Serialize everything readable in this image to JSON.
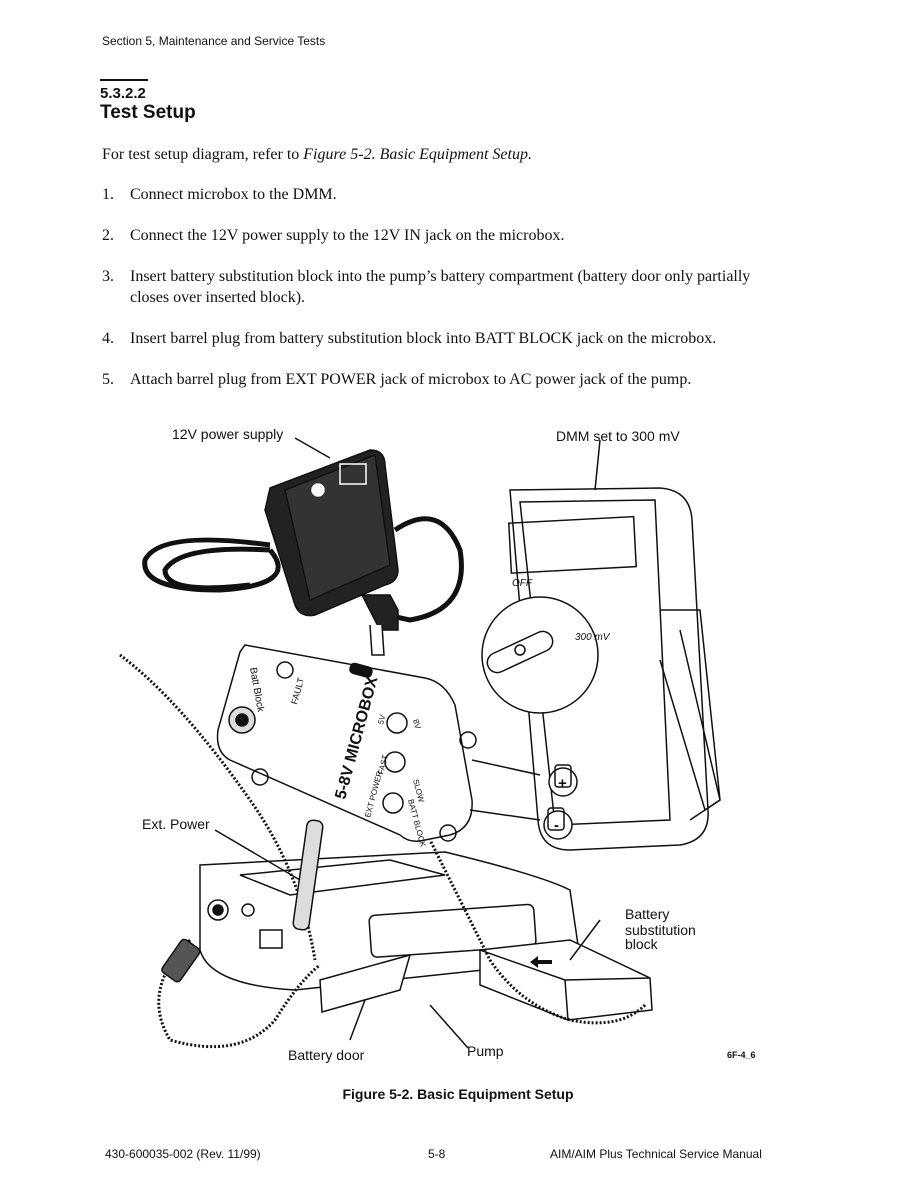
{
  "header": {
    "section": "Section 5, Maintenance and Service Tests"
  },
  "section": {
    "number": "5.3.2.2",
    "title": "Test Setup"
  },
  "intro": {
    "prefix": "For test setup diagram, refer to ",
    "figure_ref": "Figure 5-2. Basic Equipment Setup."
  },
  "steps": [
    {
      "num": "1.",
      "text": "Connect microbox to the DMM."
    },
    {
      "num": "2.",
      "text": "Connect the 12V power supply to the 12V IN jack on the microbox."
    },
    {
      "num": "3.",
      "text": "Insert battery substitution block into the pump’s battery compartment (battery door only partially closes over inserted block)."
    },
    {
      "num": "4.",
      "text": "Insert barrel plug from battery substitution block into BATT BLOCK jack on the microbox."
    },
    {
      "num": "5.",
      "text": "Attach barrel plug from EXT POWER jack of microbox to AC power jack of the pump."
    }
  ],
  "figure": {
    "labels": {
      "power_supply": "12V power supply",
      "dmm": "DMM set to 300 mV",
      "ext_power": "Ext. Power",
      "battery_sub_1": "Battery",
      "battery_sub_2": "substitution",
      "battery_sub_3": "block",
      "battery_door": "Battery door",
      "pump": "Pump",
      "figure_id": "6F-4_6"
    },
    "device_text": {
      "microbox_name": "5-8V MICROBOX",
      "batt_block": "Batt Block",
      "fault": "FAULT",
      "fast": "FAST",
      "slow": "SLOW",
      "ext_power_jack": "EXT POWER",
      "batt_block_jack": "BATT BLOCK",
      "five_v": "5V",
      "eight_v": "8V",
      "dmm_off": "OFF",
      "dmm_range": "300 mV",
      "plus": "+",
      "minus": "-"
    }
  },
  "caption": "Figure 5-2. Basic Equipment Setup",
  "footer": {
    "doc_number": "430-600035-002 (Rev. 11/99)",
    "page": "5-8",
    "manual": "AIM/AIM Plus Technical Service Manual"
  }
}
